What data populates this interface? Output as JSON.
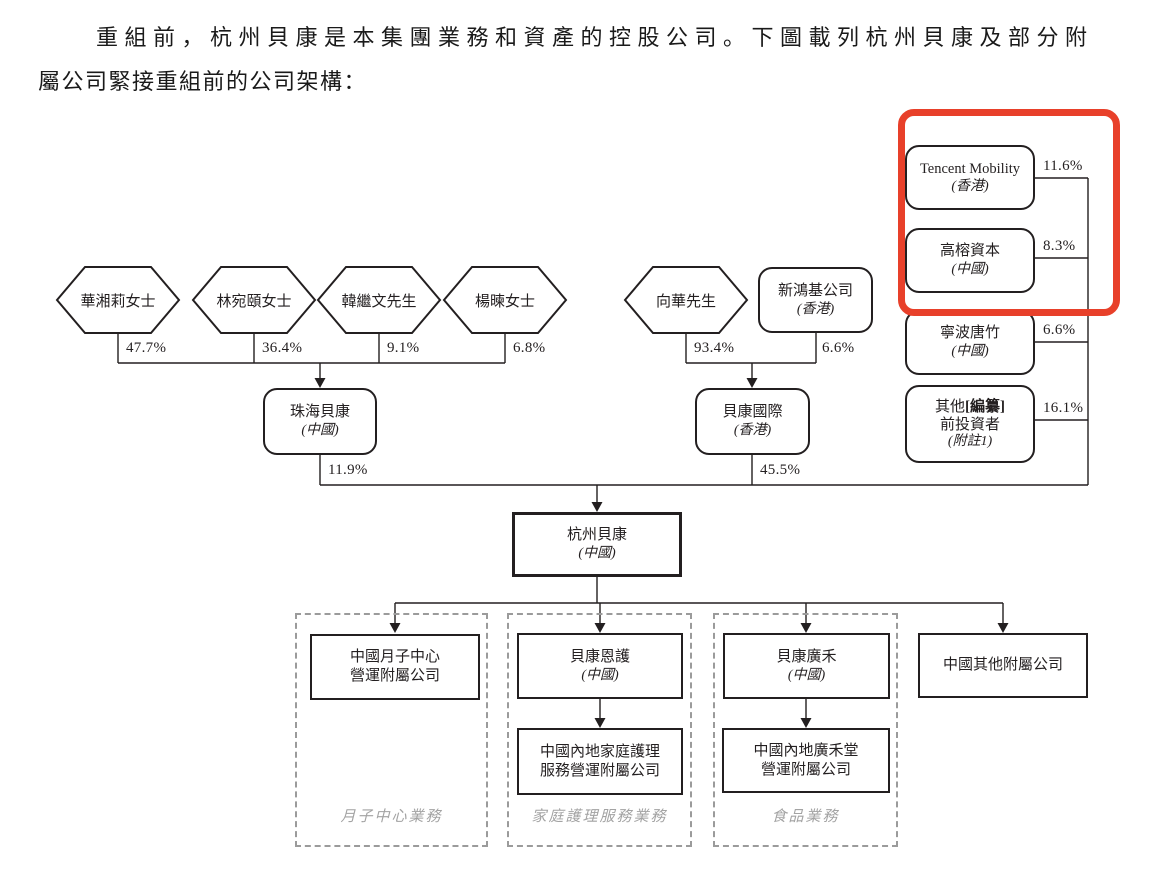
{
  "intro": {
    "line1": "重組前，杭州貝康是本集團業務和資產的控股公司。下圖載列杭州貝康及部分附",
    "line2": "屬公司緊接重組前的公司架構："
  },
  "shareholders": {
    "hua": {
      "label": "華湘莉女士",
      "pct": "47.7%"
    },
    "lin": {
      "label": "林宛頤女士",
      "pct": "36.4%"
    },
    "han": {
      "label": "韓繼文先生",
      "pct": "9.1%"
    },
    "yang": {
      "label": "楊暕女士",
      "pct": "6.8%"
    },
    "xiang": {
      "label": "向華先生",
      "pct": "93.4%"
    },
    "sunhungkai": {
      "label": "新鴻基公司",
      "region": "(香港)",
      "pct": "6.6%"
    },
    "tencent": {
      "label": "Tencent Mobility",
      "region": "(香港)",
      "pct": "11.6%"
    },
    "gaorong": {
      "label": "高榕資本",
      "region": "(中國)",
      "pct": "8.3%"
    },
    "ningbo": {
      "label": "寧波唐竹",
      "region": "(中國)",
      "pct": "6.6%"
    },
    "other_investors": {
      "line1": "其他",
      "redact": "[編纂]",
      "line2": "前投資者",
      "note": "(附註1)",
      "pct": "16.1%"
    }
  },
  "companies": {
    "zhuhai": {
      "label": "珠海貝康",
      "region": "(中國)",
      "pct": "11.9%"
    },
    "beikang_intl": {
      "label": "貝康國際",
      "region": "(香港)",
      "pct": "45.5%"
    },
    "hangzhou": {
      "label": "杭州貝康",
      "region": "(中國)"
    }
  },
  "subsidiaries": {
    "yuezi_ops": {
      "line1": "中國月子中心",
      "line2": "營運附屬公司"
    },
    "enhu": {
      "label": "貝康恩護",
      "region": "(中國)"
    },
    "guanghe": {
      "label": "貝康廣禾",
      "region": "(中國)"
    },
    "other_subs": {
      "label": "中國其他附屬公司"
    },
    "homecare_ops": {
      "line1": "中國內地家庭護理",
      "line2": "服務營運附屬公司"
    },
    "guanghetang_ops": {
      "line1": "中國內地廣禾堂",
      "line2": "營運附屬公司"
    }
  },
  "segments": {
    "yuezi": "月子中心業務",
    "homecare": "家庭護理服務業務",
    "food": "食品業務"
  },
  "colors": {
    "highlight_red": "#e8402a",
    "line_black": "#231f20",
    "dashed_gray": "#9b9b9b",
    "segment_label_gray": "#a3a3a3"
  }
}
